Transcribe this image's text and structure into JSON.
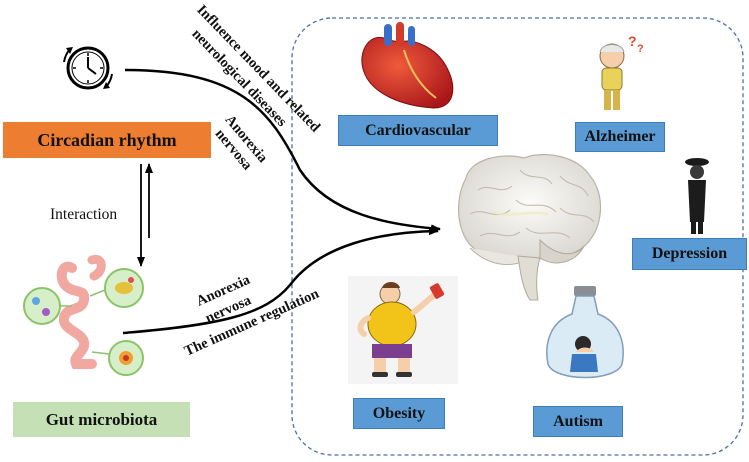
{
  "nodes": {
    "circadian": "Circadian rhythm",
    "gut": "Gut microbiota",
    "interaction": "Interaction"
  },
  "diseases": {
    "cardiovascular": "Cardiovascular",
    "alzheimer": "Alzheimer",
    "depression": "Depression",
    "obesity": "Obesity",
    "autism": "Autism"
  },
  "pathway_labels": {
    "mood_line1": "Influence mood and related",
    "mood_line2": "neurological diseases",
    "anorexia_top_1": "Anorexia",
    "anorexia_top_2": "nervosa",
    "anorexia_bottom_1": "Anorexia",
    "anorexia_bottom_2": "nervosa",
    "immune": "The immune regulation"
  },
  "colors": {
    "circadian_box": "#ed7d31",
    "gut_box": "#c5e0b4",
    "disease_box": "#5b9bd5",
    "dashed_border": "#4a6fa5",
    "arrow": "#000000"
  },
  "icons": [
    "clock-icon",
    "heart-icon",
    "brain-icon",
    "gut-icon",
    "elderly-person-icon",
    "sad-person-icon",
    "obese-person-icon",
    "child-in-bottle-icon"
  ]
}
